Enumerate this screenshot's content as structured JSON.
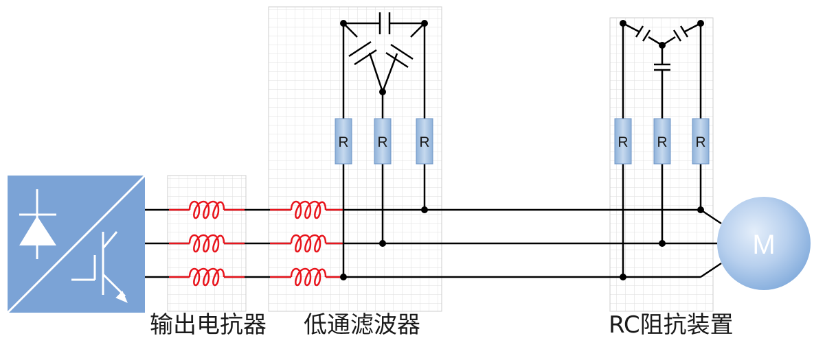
{
  "labels": {
    "reactor": "输出电抗器",
    "lowpass": "低通滤波器",
    "rc": "RC阻抗装置"
  },
  "resistor_text": "R",
  "motor_text": "M",
  "colors": {
    "inverter_fill": "#7ba3d6",
    "wire": "#000000",
    "inductor": "#e8141c",
    "resistor_fill": "#a9c4e2",
    "grid_line": "#dddddd",
    "motor_center": "#dce8f7",
    "motor_edge": "#86aedd"
  },
  "icons": [
    "diode-icon",
    "igbt-icon",
    "inductor-icon",
    "capacitor-icon",
    "resistor-icon",
    "motor-icon"
  ]
}
